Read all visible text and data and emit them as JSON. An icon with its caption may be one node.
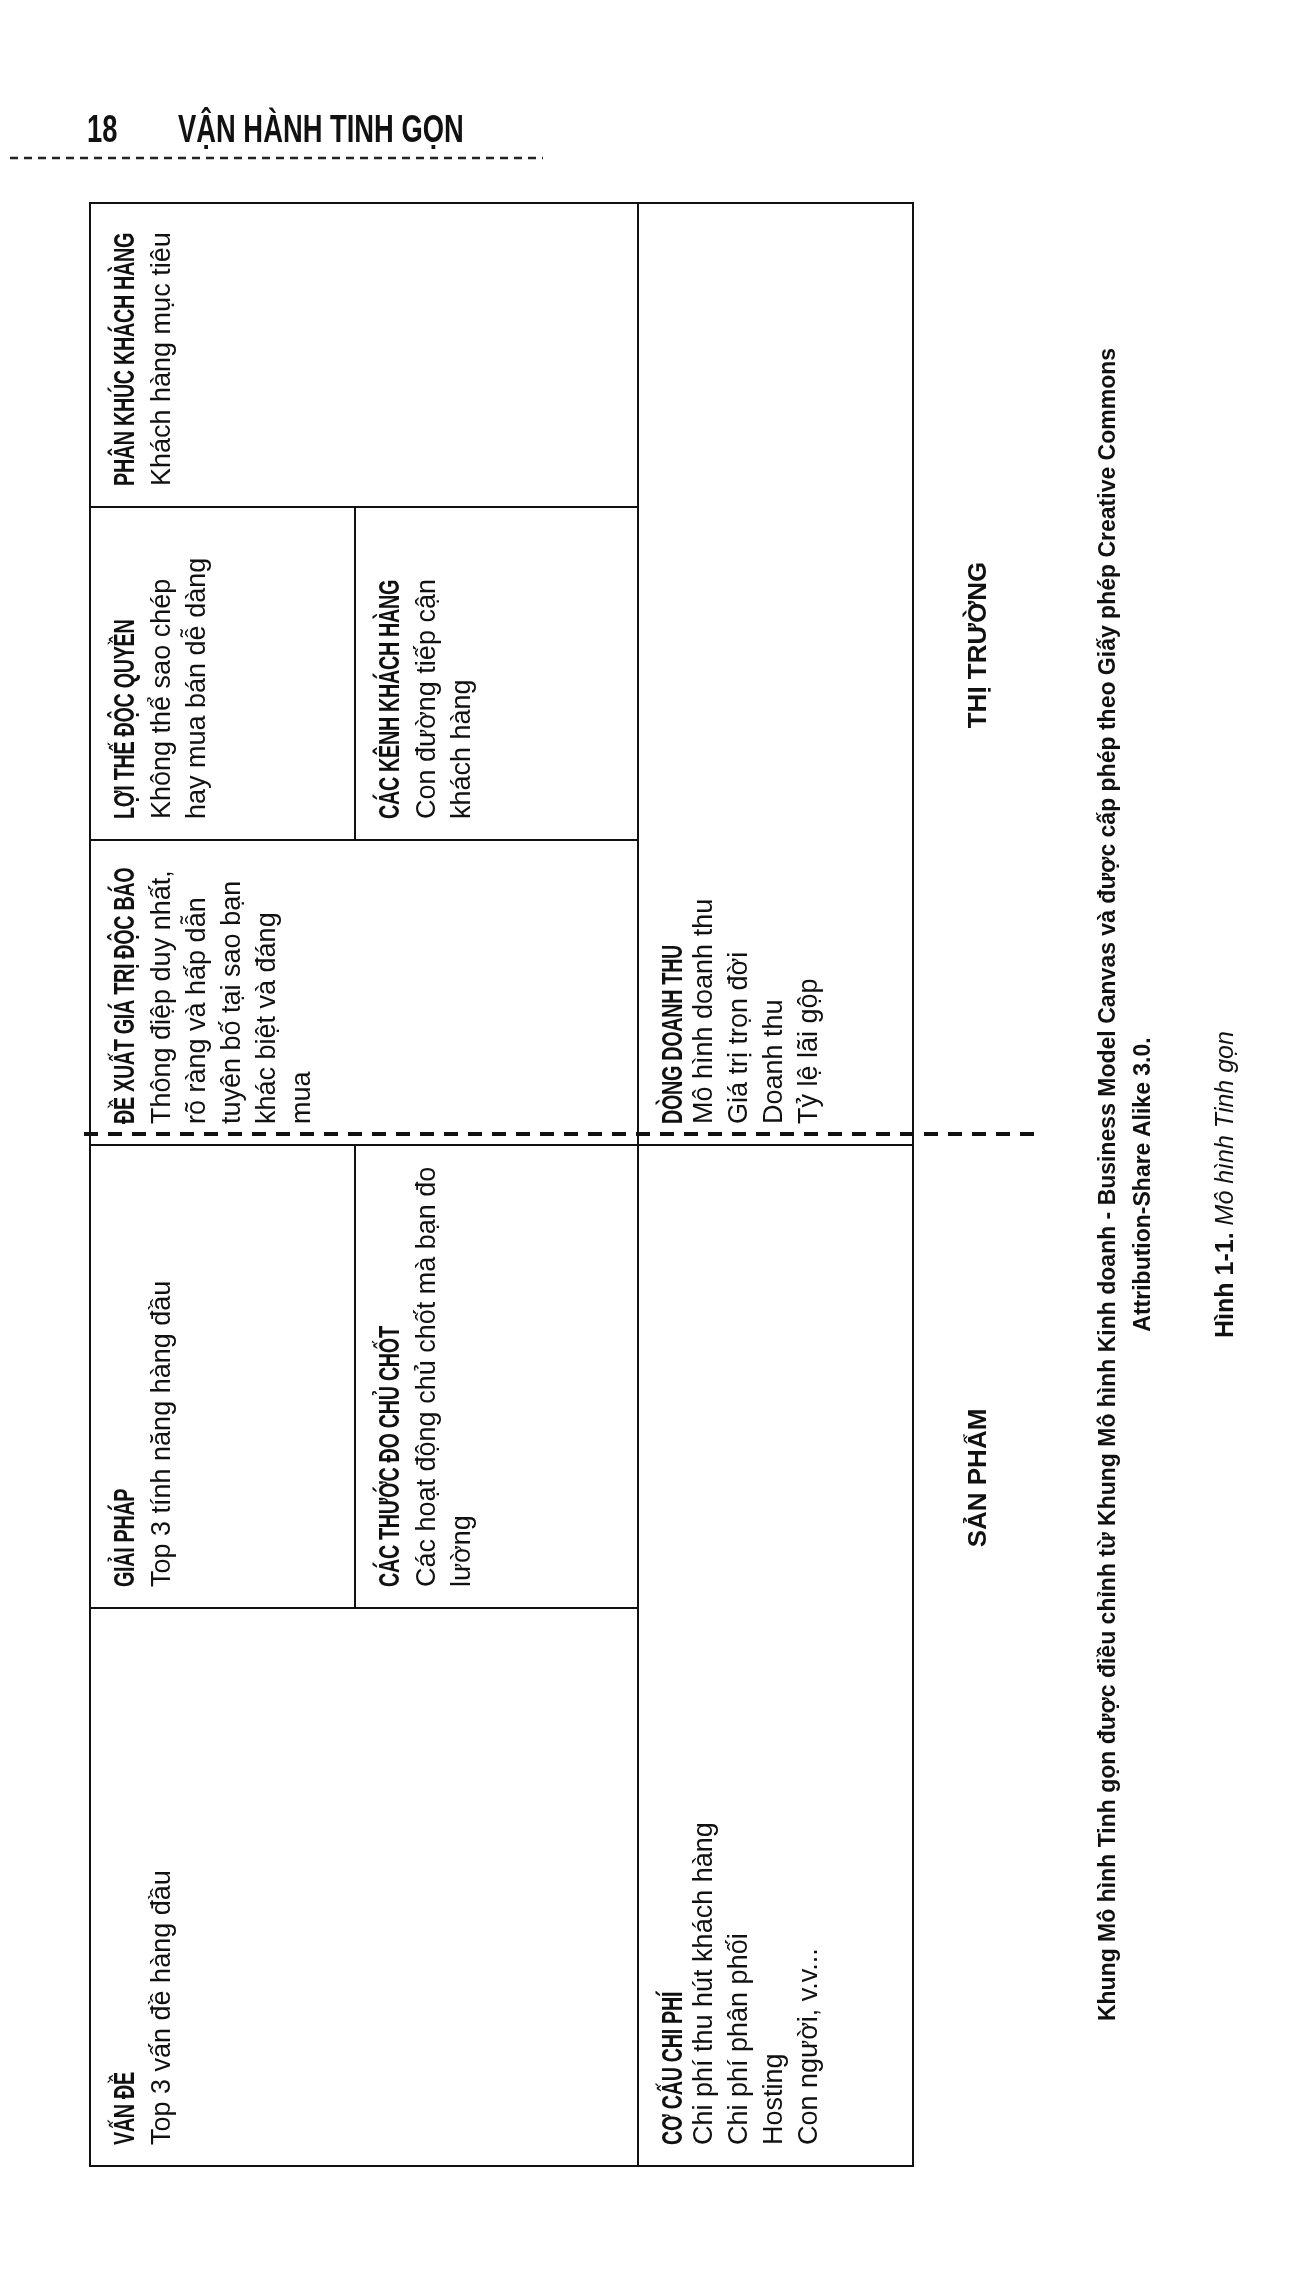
{
  "diagram": {
    "caption": "**Hình 1-1.** *Mô hình Tinh gọn*",
    "nodes": [
      {
        "text": [
          "VẤN ĐỀ",
          "Top 3 vấn đề hàng đầu"
        ]
      },
      {
        "text": [
          "GIẢI PHÁP",
          "Top 3 tính năng hàng đầu"
        ]
      },
      {
        "text": [
          "CÁC THƯỚC ĐO CHỦ CHỐT",
          "Các hoạt động chủ chốt mà bạn đo lường"
        ]
      },
      {
        "text": [
          "ĐỀ XUẤT GIÁ TRỊ ĐỘC BÁO",
          "Thông điệp duy nhất, rõ ràng và hấp dẫn tuyên bố tại sao bạn khác biệt và đáng mua"
        ]
      },
      {
        "text": [
          "LỢI THẾ ĐỘC QUYỀN",
          "Không thể sao chép hay mua bán dễ dàng"
        ]
      },
      {
        "text": [
          "CÁC KÊNH KHÁCH HÀNG",
          "Con đường tiếp cận khách hàng"
        ]
      },
      {
        "text": [
          "PHÂN KHÚC KHÁCH HÀNG",
          "Khách hàng mục tiêu"
        ]
      },
      {
        "text": [
          "CƠ CẤU CHI PHÍ",
          "Chi phí thu hút khách hàng",
          "Chi phí phân phối",
          "Hosting",
          "Con người, v.v..."
        ]
      },
      {
        "text": [
          "DÒNG DOANH THU",
          "Mô hình doanh thu",
          "Giá trị trọn đời",
          "Doanh thu",
          "Tỷ lệ lãi gộp"
        ]
      }
    ],
    "labels": [
      "18",
      "VẬN HÀNH TINH GỌN",
      "SẢN PHẨM",
      "THỊ TRƯỜNG",
      "Khung Mô hình Tinh gọn được điều chỉnh từ Khung Mô hình Kinh doanh - Business Model Canvas và được cấp phép theo Giấy phép Creative Commons Attribution-Share Alike 3.0."
    ]
  }
}
